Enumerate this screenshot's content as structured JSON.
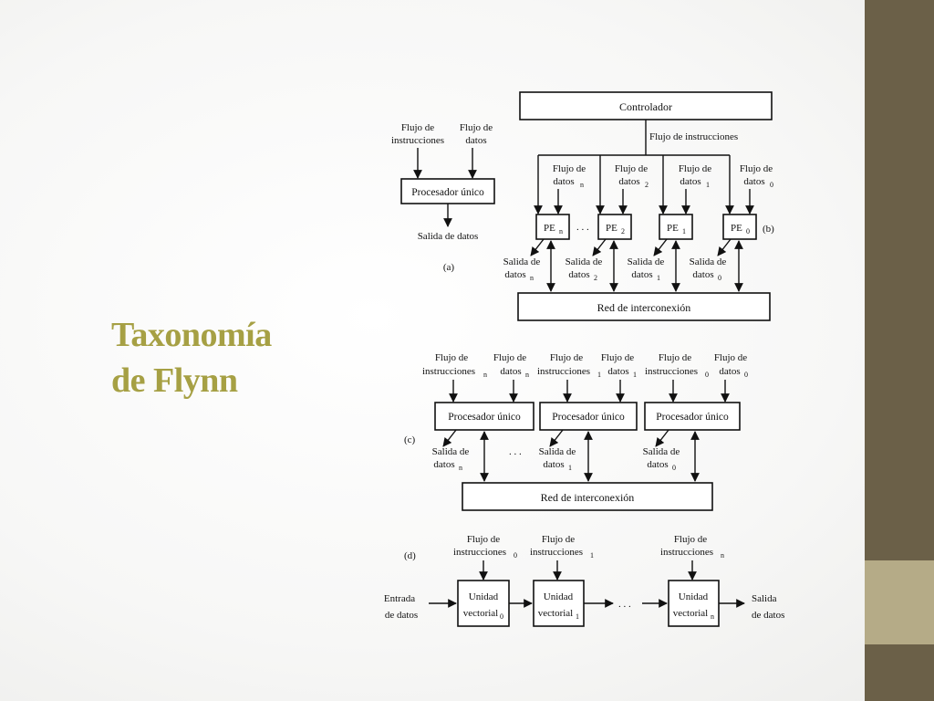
{
  "slide": {
    "title_line1": "Taxonomía",
    "title_line2": "de Flynn",
    "colors": {
      "sidebar_dark": "#6b6048",
      "sidebar_light": "#b5ab87",
      "title": "#a6a044"
    }
  },
  "diagram": {
    "a": {
      "label": "(a)",
      "in_instr": [
        "Flujo de",
        "instrucciones"
      ],
      "in_data": [
        "Flujo de",
        "datos"
      ],
      "processor": "Procesador único",
      "output": "Salida de datos"
    },
    "b": {
      "label": "(b)",
      "controller": "Controlador",
      "instr_stream": "Flujo de instrucciones",
      "pe": [
        "PE",
        "PE",
        "PE",
        "PE"
      ],
      "pe_sub": [
        "n",
        "2",
        "1",
        "0"
      ],
      "data_flow_line1": "Flujo de",
      "data_flow_line2": "datos",
      "data_out_line1": "Salida de",
      "data_out_line2": "datos",
      "subs_in": [
        "n",
        "2",
        "1",
        "0"
      ],
      "subs_out": [
        "n",
        "2",
        "1",
        "0"
      ],
      "ellipsis": ". . .",
      "network": "Red de interconexión"
    },
    "c": {
      "label": "(c)",
      "instr_line1": "Flujo de",
      "instr_line2": "instrucciones",
      "data_line1": "Flujo de",
      "data_line2": "datos",
      "subs": [
        "n",
        "1",
        "0"
      ],
      "processor": "Procesador único",
      "out_line1": "Salida de",
      "out_line2": "datos",
      "ellipsis": ". . .",
      "network": "Red de interconexión"
    },
    "d": {
      "label": "(d)",
      "instr_line1": "Flujo de",
      "instr_line2": "instrucciones",
      "instr_subs": [
        "0",
        "1",
        "n"
      ],
      "unit_line1": "Unidad",
      "unit_line2": "vectorial",
      "unit_subs": [
        "0",
        "1",
        "n"
      ],
      "input_line1": "Entrada",
      "input_line2": "de datos",
      "output_line1": "Salida",
      "output_line2": "de datos",
      "ellipsis": ". . ."
    }
  }
}
